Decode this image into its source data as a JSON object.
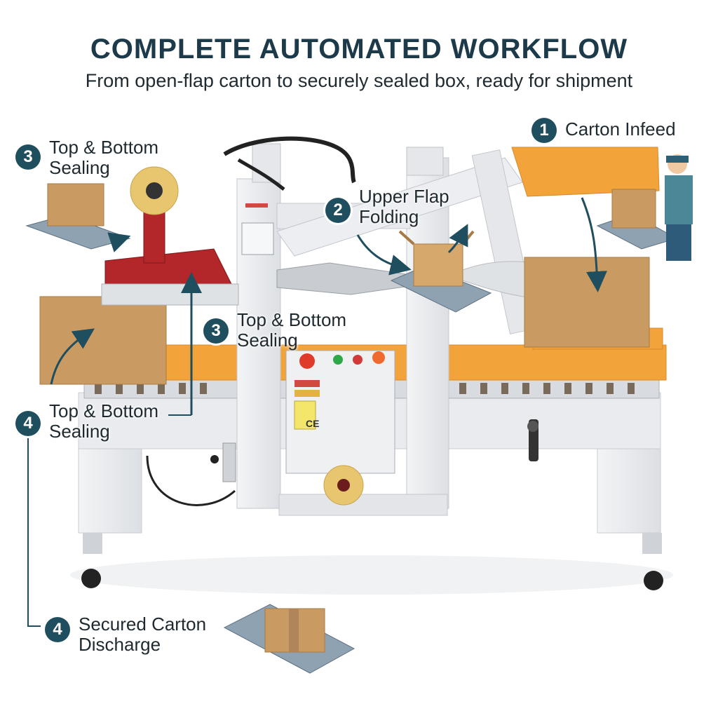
{
  "header": {
    "title": "COMPLETE AUTOMATED WORKFLOW",
    "subtitle": "From open-flap carton to securely sealed box, ready for shipment"
  },
  "steps": [
    {
      "number": "1",
      "label": "Carton Infeed"
    },
    {
      "number": "2",
      "label": "Upper Flap Folding"
    },
    {
      "number": "3",
      "label": "Top & Bottom Sealing"
    },
    {
      "number": "3",
      "label": "Top & Bottom Sealing"
    },
    {
      "number": "4",
      "label": "Top & Bottom Sealing"
    },
    {
      "number": "4",
      "label": "Secured Carton Discharge"
    }
  ],
  "machine": {
    "ce_mark": "CE",
    "buttons": [
      "emergency-stop",
      "green-start",
      "red-stop",
      "orange-reset"
    ]
  },
  "colors": {
    "accent_orange": "#f2a33a",
    "badge_teal": "#1f4e5f",
    "frame_white": "#ecedef",
    "tape_head_red": "#b3262a",
    "cardboard": "#c99b63"
  }
}
